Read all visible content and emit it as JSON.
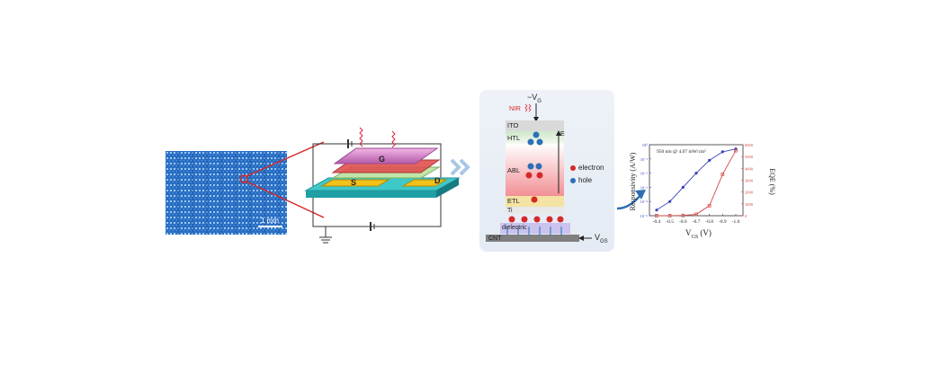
{
  "micrograph": {
    "scale_bar": "1 mm"
  },
  "device": {
    "gate": "G",
    "source": "S",
    "drain": "D"
  },
  "stack": {
    "gate_bias": "−V",
    "gate_bias_sub": "G",
    "nir": "NIR",
    "layers": [
      "ITO",
      "HTL",
      "ABL",
      "ETL",
      "Ti",
      "dielectric",
      "CNT"
    ],
    "field": "E",
    "legend": {
      "electron": "electron",
      "hole": "hole"
    },
    "vgs": "V",
    "vgs_sub": "GS"
  },
  "chart_data": {
    "type": "line",
    "title": "950 nm @ 4.07 mW/cm²",
    "xlabel_main": "V",
    "xlabel_sub": "GS",
    "xlabel_unit": " (V)",
    "ylabel_left": "Responsivity (A/W)",
    "ylabel_right": "EQE (%)",
    "x": [
      -0.4,
      -0.5,
      -0.6,
      -0.7,
      -0.8,
      -0.9,
      -1.0
    ],
    "x_ticks": [
      "-0.4",
      "-0.5",
      "-0.6",
      "-0.7",
      "-0.8",
      "-0.9",
      "-1.0"
    ],
    "y_left_scale": "log",
    "y_left_range": [
      -5,
      0
    ],
    "y_left_ticks": [
      "10⁻⁵",
      "10⁻⁴",
      "10⁻³",
      "10⁻²",
      "10⁻¹",
      "10⁰"
    ],
    "y_right_range": [
      0,
      6000
    ],
    "y_right_ticks": [
      "0",
      "1000",
      "2000",
      "3000",
      "4000",
      "5000",
      "6000"
    ],
    "series": [
      {
        "axis": "left",
        "color": "#3a45b8",
        "values_log10": [
          -4.6,
          -4.0,
          -3.0,
          -2.0,
          -1.1,
          -0.5,
          -0.3
        ]
      },
      {
        "axis": "right",
        "color": "#d04848",
        "values": [
          0,
          5,
          20,
          120,
          850,
          3500,
          5500
        ]
      }
    ]
  },
  "colors": {
    "arrow": "#a9c7e6",
    "blue_arrow": "#2f6db3"
  }
}
